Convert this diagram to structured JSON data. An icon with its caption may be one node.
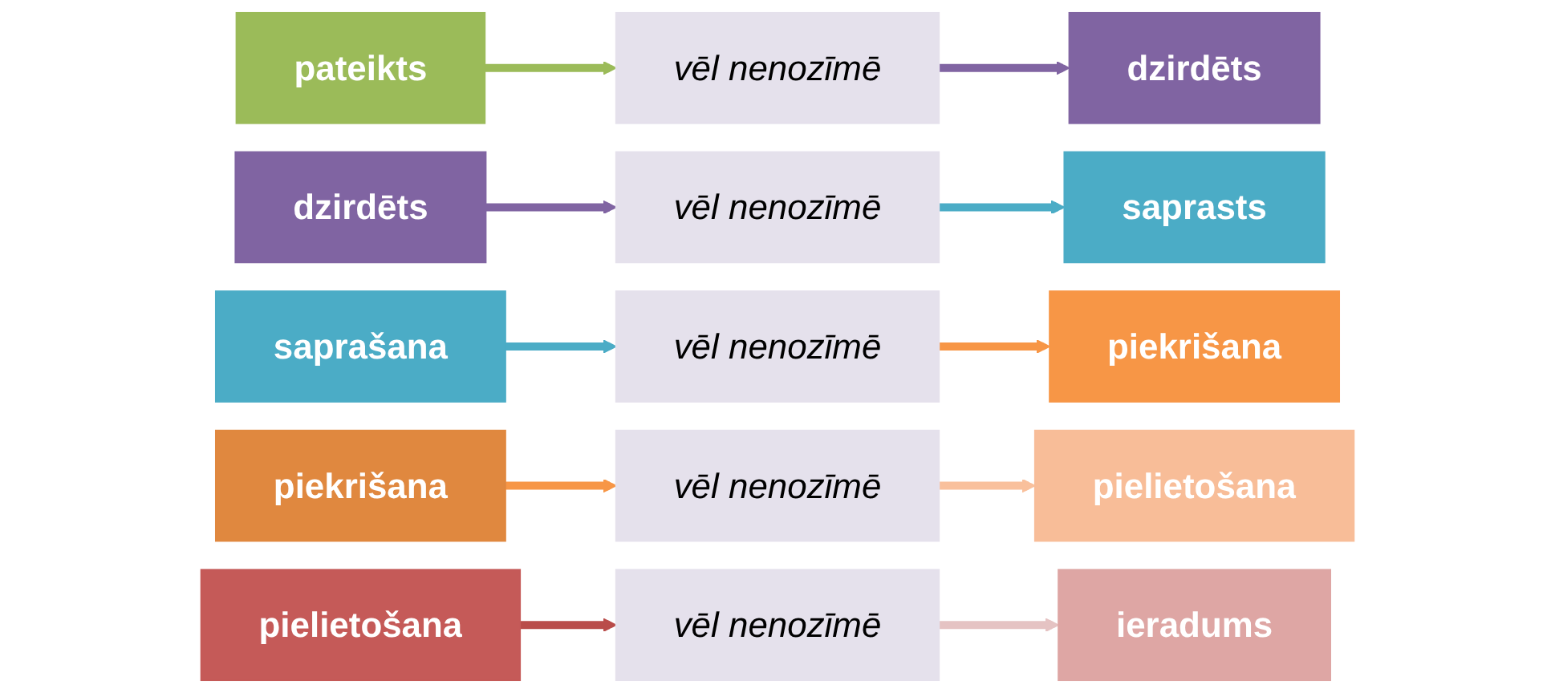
{
  "diagram": {
    "nodes": [
      {
        "text": [
          "pateikts"
        ]
      },
      {
        "text": [
          "vēl nenozīmē"
        ]
      },
      {
        "text": [
          "dzirdēts"
        ]
      },
      {
        "text": [
          "dzirdēts"
        ]
      },
      {
        "text": [
          "vēl nenozīmē"
        ]
      },
      {
        "text": [
          "saprasts"
        ]
      },
      {
        "text": [
          "saprašana"
        ]
      },
      {
        "text": [
          "vēl nenozīmē"
        ]
      },
      {
        "text": [
          "piekrišana"
        ]
      },
      {
        "text": [
          "piekrišana"
        ]
      },
      {
        "text": [
          "vēl nenozīmē"
        ]
      },
      {
        "text": [
          "pielietošana"
        ]
      },
      {
        "text": [
          "pielietošana"
        ]
      },
      {
        "text": [
          "vēl nenozīmē"
        ]
      },
      {
        "text": [
          "ieradums"
        ]
      }
    ],
    "edges": [
      {
        "from": 0,
        "to": 1,
        "arrow": "to",
        "color": "#9bbb59"
      },
      {
        "from": 1,
        "to": 2,
        "arrow": "to",
        "color": "#8064a2"
      },
      {
        "from": 3,
        "to": 4,
        "arrow": "to",
        "color": "#8064a2"
      },
      {
        "from": 4,
        "to": 5,
        "arrow": "to",
        "color": "#4bacc6"
      },
      {
        "from": 6,
        "to": 7,
        "arrow": "to",
        "color": "#4bacc6"
      },
      {
        "from": 7,
        "to": 8,
        "arrow": "to",
        "color": "#f79646"
      },
      {
        "from": 9,
        "to": 10,
        "arrow": "to",
        "color": "#f79646"
      },
      {
        "from": 10,
        "to": 11,
        "arrow": "to",
        "color": "#f9c09c"
      },
      {
        "from": 12,
        "to": 13,
        "arrow": "to",
        "color": "#b94c4a"
      },
      {
        "from": 13,
        "to": 14,
        "arrow": "to",
        "color": "#e5c3c3"
      }
    ]
  }
}
